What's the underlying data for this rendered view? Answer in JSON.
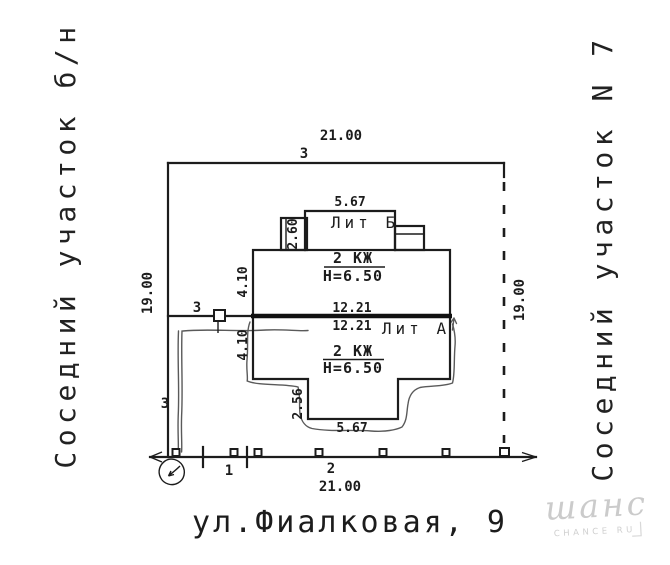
{
  "labels": {
    "neighbor_left": "Соседний участок б/н",
    "neighbor_right": "Соседний участок N 7",
    "address": "ул.Фиалковая, 9",
    "lit_b": "Лит Б",
    "lit_a": "Лит А",
    "storeys_b": "2 КЖ",
    "height_b": "Н=6.50",
    "storeys_a": "2 КЖ",
    "height_a": "Н=6.50"
  },
  "dims": {
    "top_width": "21.00",
    "top_offset": "3",
    "bottom_width": "21.00",
    "left_depth": "19.00",
    "right_depth": "19.00",
    "litb_top": "5.67",
    "litb_porch": "2.60",
    "litb_side": "4.10",
    "litb_width": "12.21",
    "lita_width": "12.21",
    "lita_side": "4.10",
    "lita_step": "2.56",
    "lita_bottom": "5.67",
    "offset_mid": "3",
    "offset_low": "3",
    "mark_1": "1",
    "mark_2": "2"
  },
  "watermark": {
    "script": "шанс",
    "caption": "CHANCE RU"
  },
  "colors": {
    "paper": "#ffffff",
    "ink": "#1c1c1c",
    "sketch": "#5a5a5a",
    "watermark": "#cbcbcb"
  }
}
